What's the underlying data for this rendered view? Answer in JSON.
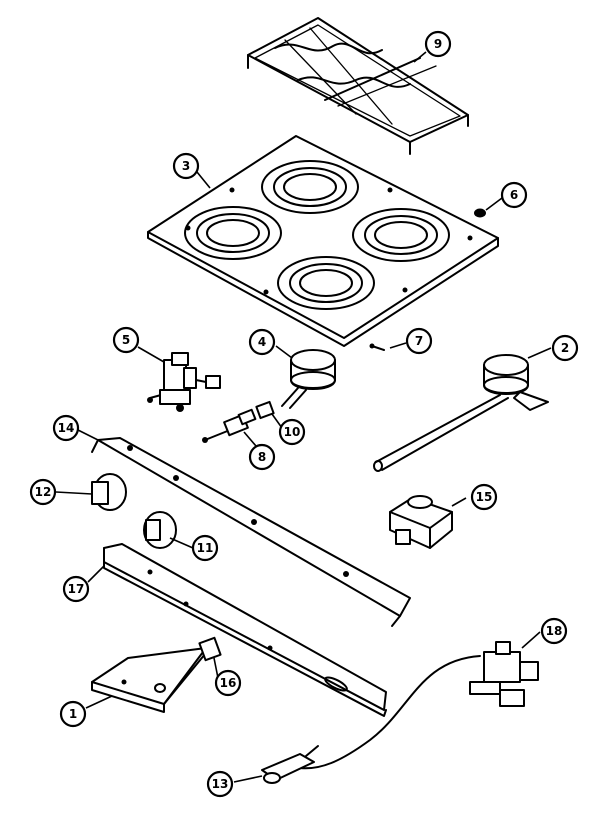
{
  "callouts": [
    {
      "key": "c1",
      "label": "1"
    },
    {
      "key": "c2",
      "label": "2"
    },
    {
      "key": "c3",
      "label": "3"
    },
    {
      "key": "c4",
      "label": "4"
    },
    {
      "key": "c5",
      "label": "5"
    },
    {
      "key": "c6",
      "label": "6"
    },
    {
      "key": "c7",
      "label": "7"
    },
    {
      "key": "c8",
      "label": "8"
    },
    {
      "key": "c9",
      "label": "9"
    },
    {
      "key": "c10",
      "label": "10"
    },
    {
      "key": "c11",
      "label": "11"
    },
    {
      "key": "c12",
      "label": "12"
    },
    {
      "key": "c13",
      "label": "13"
    },
    {
      "key": "c14",
      "label": "14"
    },
    {
      "key": "c15",
      "label": "15"
    },
    {
      "key": "c16",
      "label": "16"
    },
    {
      "key": "c17",
      "label": "17"
    },
    {
      "key": "c18",
      "label": "18"
    }
  ]
}
